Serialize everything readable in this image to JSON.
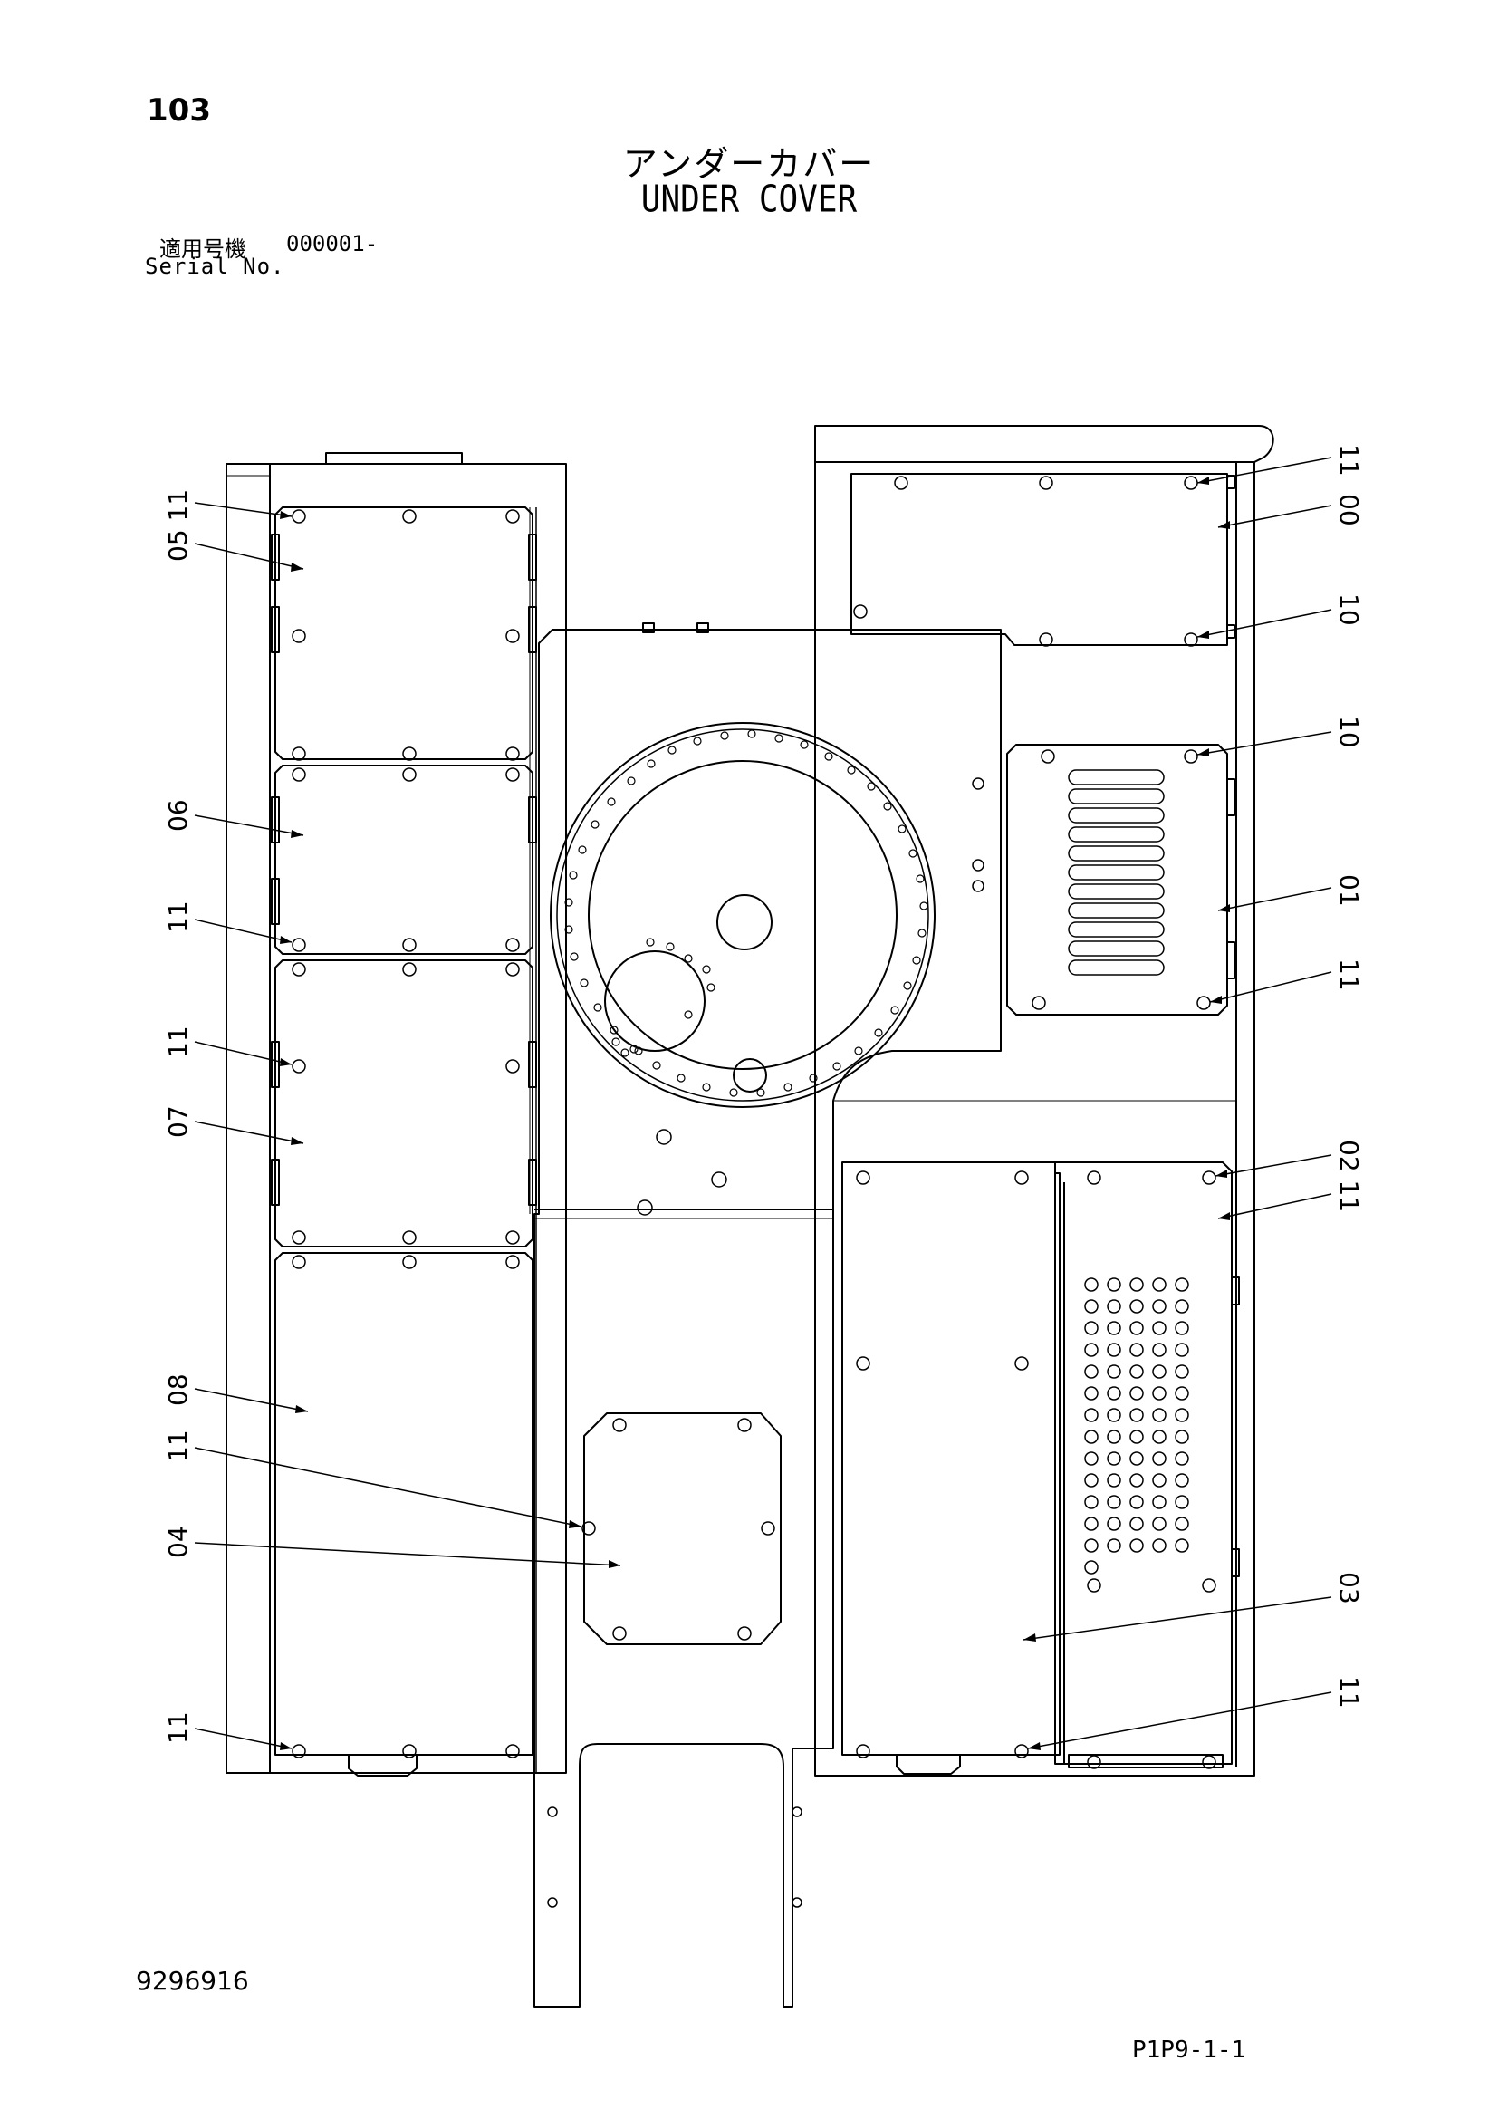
{
  "header": {
    "page_number": "103",
    "title_jp": "アンダーカバー",
    "title_en": "UNDER COVER",
    "serial_label_jp": "適用号機",
    "serial_value": "000001-",
    "serial_label_en": "Serial No."
  },
  "footer": {
    "document_number": "9296916",
    "page_code": "P1P9-1-1"
  },
  "callouts": {
    "left_top": "05 11",
    "left_06": "06",
    "left_11a": "11",
    "left_11b": "11",
    "left_07": "07",
    "left_08": "08",
    "left_11c": "11",
    "left_04": "04",
    "left_11d": "11",
    "right_11a": "11",
    "right_00": "00",
    "right_10a": "10",
    "right_10b": "10",
    "right_01": "01",
    "right_11b": "11",
    "right_02_11": "02 11",
    "right_03": "03",
    "right_11c": "11"
  },
  "colors": {
    "line": "#000000",
    "background": "#ffffff"
  }
}
